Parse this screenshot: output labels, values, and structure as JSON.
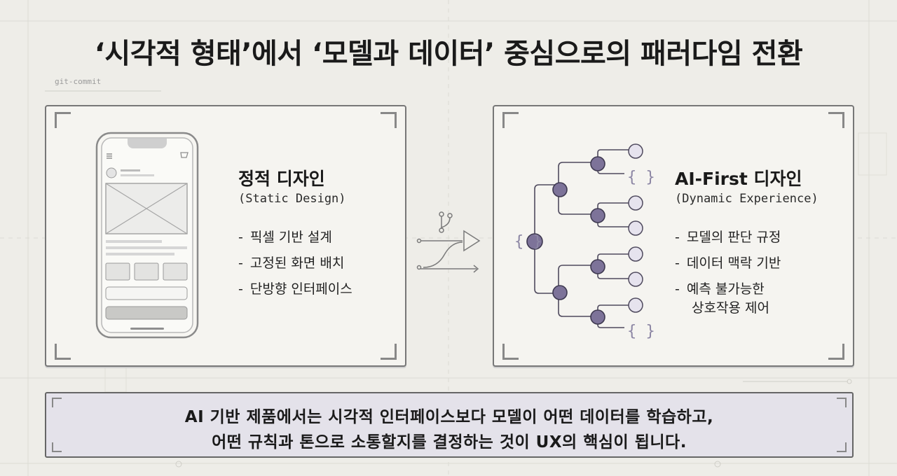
{
  "title": "‘시각적 형태’에서 ‘모델과 데이터’ 중심으로의 패러다임 전환",
  "annotation": "git-commit",
  "left_card": {
    "title": "정적 디자인",
    "subtitle": "(Static Design)",
    "bullets": [
      "픽셀 기반 설계",
      "고정된 화면 배치",
      "단방향 인터페이스"
    ],
    "illustration": "phone-wireframe-icon"
  },
  "right_card": {
    "title": "AI-First 디자인",
    "subtitle": "(Dynamic Experience)",
    "bullets": [
      "모델의 판단 규정",
      "데이터 맥락 기반"
    ],
    "bullet_multi": [
      "예측 불가능한",
      "상호작용 제어"
    ],
    "braces": "{ }",
    "illustration": "decision-tree-icon"
  },
  "footer": {
    "line1": "AI 기반 제품에서는 시각적 인터페이스보다 모델이 어떤 데이터를 학습하고,",
    "line2": "어떤 규칙과 톤으로 소통할지를 결정하는 것이 UX의 핵심이 됩니다."
  },
  "colors": {
    "background": "#eeede8",
    "node_dark": "#7d7399",
    "node_light": "#e6e3ee",
    "footer_bg": "#e4e2ea"
  }
}
